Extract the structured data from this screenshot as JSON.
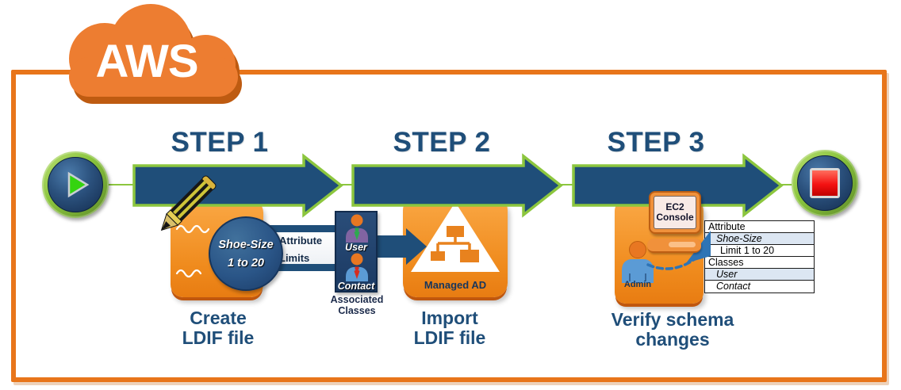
{
  "cloud": {
    "label": "AWS"
  },
  "steps": [
    {
      "label": "STEP 1",
      "caption": "Create\nLDIF file"
    },
    {
      "label": "STEP 2",
      "caption": "Import\nLDIF file"
    },
    {
      "label": "STEP 3",
      "caption": "Verify schema\nchanges"
    }
  ],
  "step1": {
    "circle": {
      "line1": "Shoe-Size",
      "line2": "1 to 20"
    },
    "banner": {
      "line1": "Attribute",
      "line2": "Limits"
    },
    "classes_box": {
      "items": [
        {
          "label": "User"
        },
        {
          "label": "Contact"
        }
      ],
      "caption": "Associated\nClasses"
    }
  },
  "step2": {
    "service_label": "Managed AD"
  },
  "step3": {
    "console_label": "EC2\nConsole",
    "admin_label": "Admin",
    "table": {
      "rows": [
        {
          "text": "Attribute"
        },
        {
          "text": "Shoe-Size"
        },
        {
          "text": "Limit 1 to 20"
        },
        {
          "text": "Classes"
        },
        {
          "text": "User"
        },
        {
          "text": "Contact"
        }
      ]
    }
  },
  "icons": {
    "play": "green-play-triangle",
    "stop": "red-stop-square",
    "pencil": "pencil",
    "managed_ad": "org-chart-in-triangle",
    "ec2_console": "computer-monitor",
    "user": "person-green-tie",
    "contact": "person-red-tie",
    "admin": "person",
    "pointer": "blue-cursor-triangle"
  },
  "colors": {
    "orange": "#ED7D31",
    "dark_orange": "#C0570E",
    "navy": "#1F4E79",
    "dark_navy": "#17365D",
    "green_border": "#8CC63E",
    "play_green": "#35D410",
    "stop_red": "#E1000F",
    "accent_blue": "#2E74B5",
    "row_shade": "#DCE6F2"
  }
}
